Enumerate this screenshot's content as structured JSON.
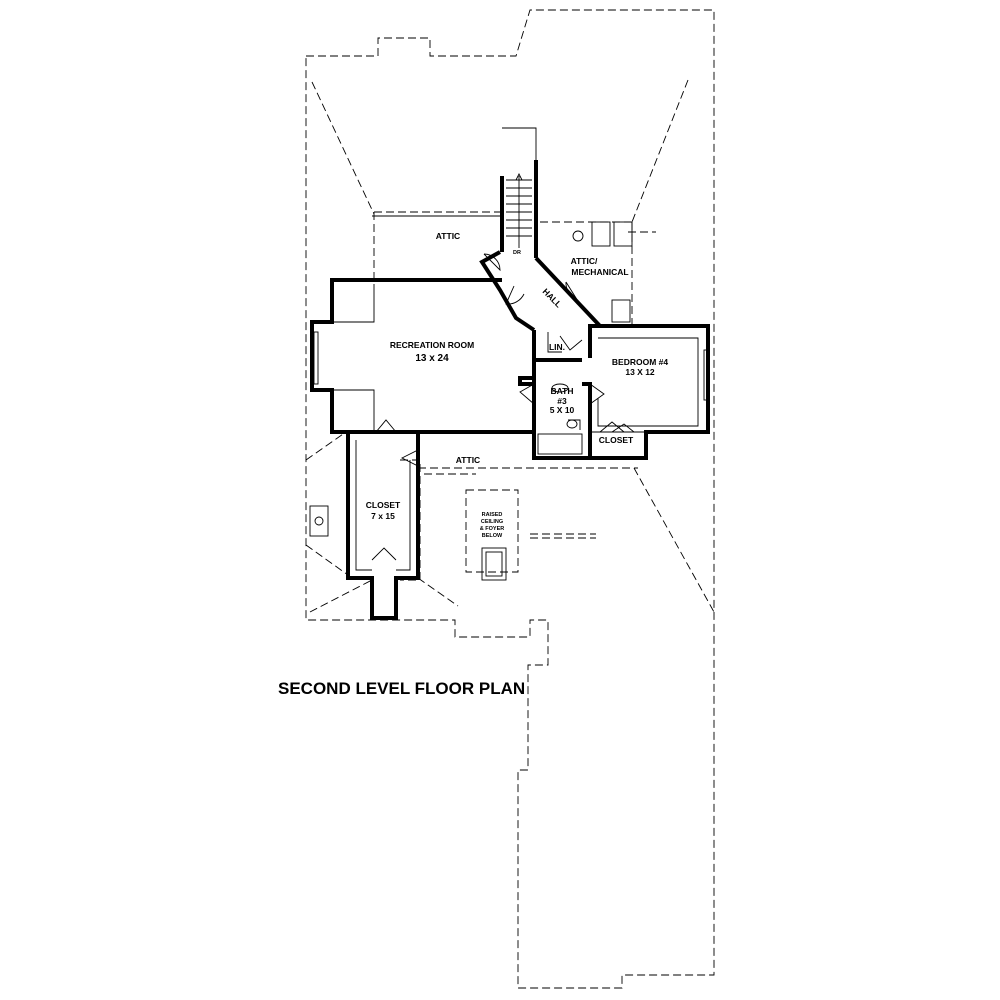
{
  "plan": {
    "title": "SECOND LEVEL FLOOR PLAN",
    "rooms": {
      "attic_top": "ATTIC",
      "attic_mech_line1": "ATTIC/",
      "attic_mech_line2": "MECHANICAL",
      "hall": "HALL",
      "dr": "DR",
      "rec_name": "RECREATION ROOM",
      "rec_dim": "13 x 24",
      "lin": "LIN.",
      "bed_name": "BEDROOM #4",
      "bed_dim": "13 X 12",
      "bath_line1": "BATH",
      "bath_line2": "#3",
      "bath_dim": "5 X 10",
      "closet_small": "CLOSET",
      "attic_mid": "ATTIC",
      "closet_big": "CLOSET",
      "closet_big_dim": "7 x 15",
      "raised_1": "RAISED",
      "raised_2": "CEILING",
      "raised_3": "& FOYER",
      "raised_4": "BELOW"
    }
  }
}
